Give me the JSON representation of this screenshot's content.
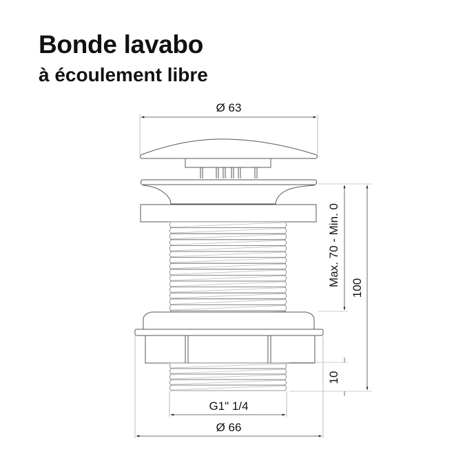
{
  "header": {
    "title": "Bonde lavabo",
    "subtitle": "à écoulement libre"
  },
  "dimensions": {
    "top_diameter": "Ø 63",
    "bottom_diameter": "Ø 66",
    "thread": "G1\" 1/4",
    "thread_length": "10",
    "total_height": "100",
    "adjust_range": "Max. 70 - Min. 0"
  },
  "colors": {
    "outline": "#555555",
    "dimension_line": "#444444",
    "text": "#111111"
  }
}
